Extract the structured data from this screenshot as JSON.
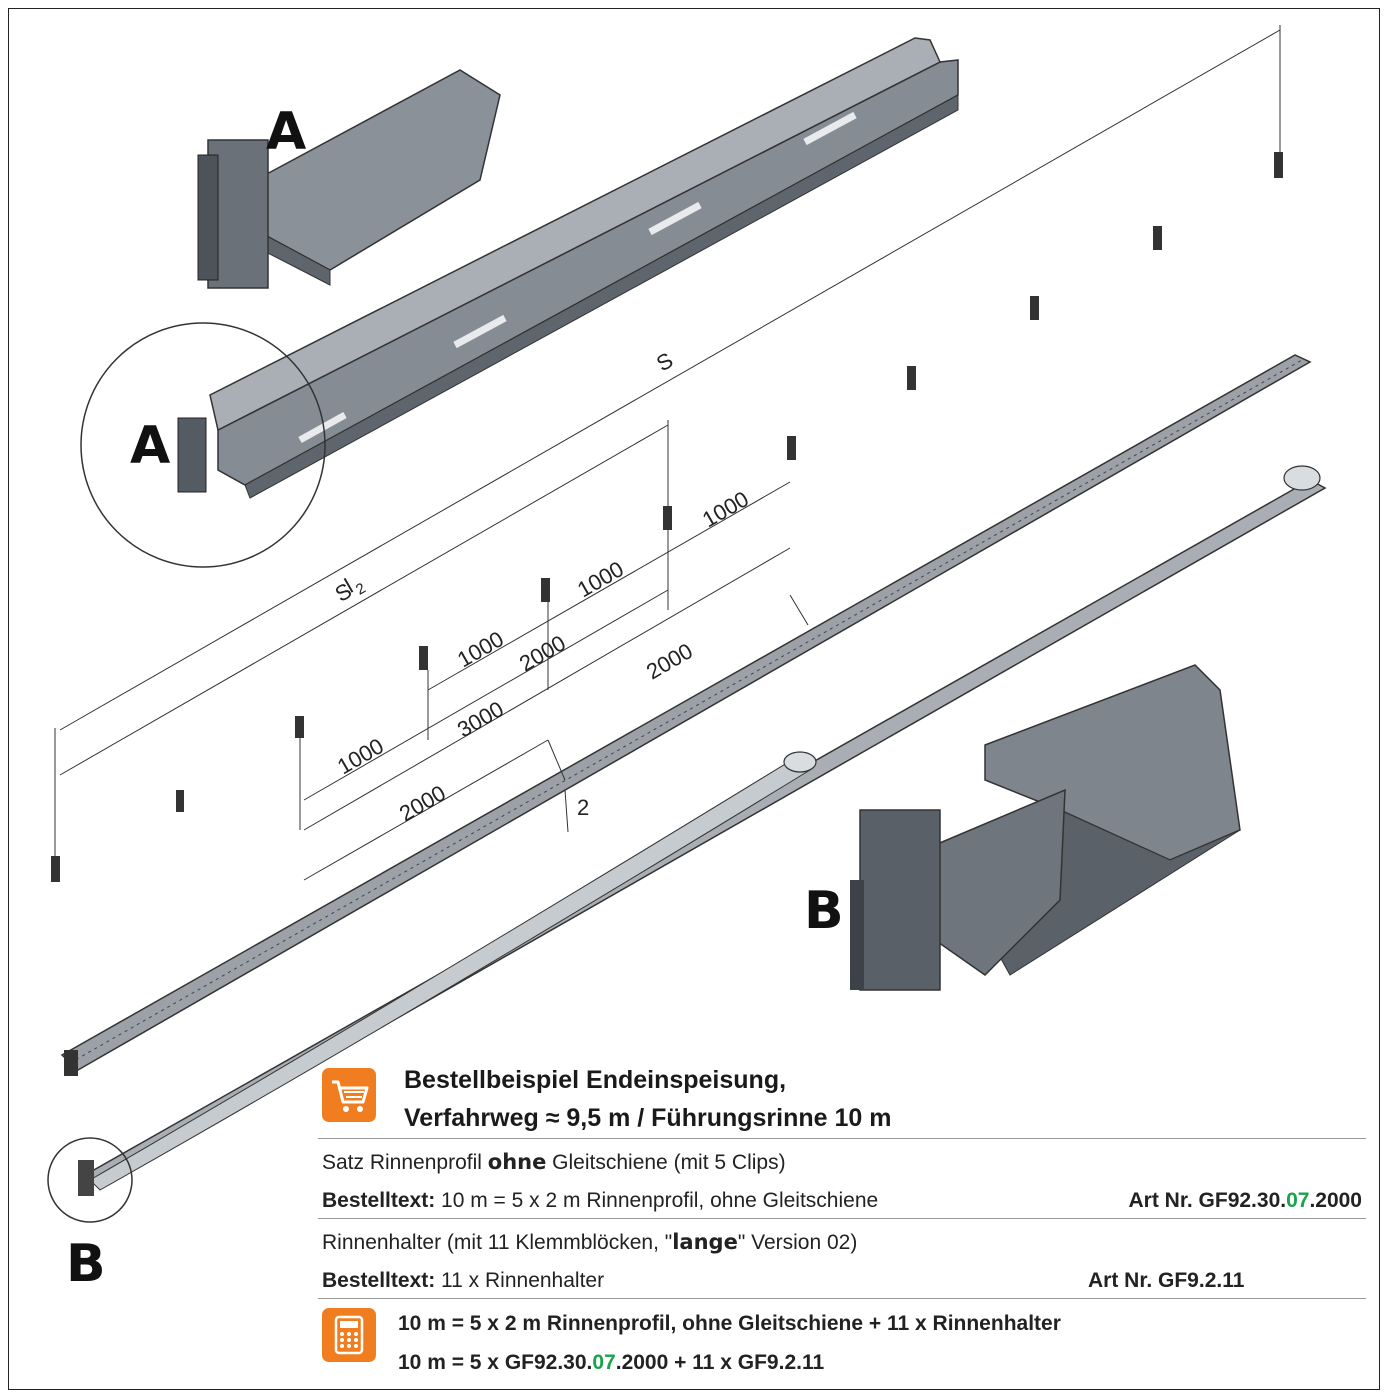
{
  "labels": {
    "a1": "A",
    "a2": "A",
    "b1": "B",
    "b2": "B"
  },
  "dimensions": {
    "s": "S",
    "s_half_main": "S",
    "s_half_sub": "l",
    "s_half_den": "2",
    "d1": "1000",
    "d2": "1000",
    "d3": "1000",
    "d4": "1000",
    "d5": "2000",
    "d6": "3000",
    "d7": "2000",
    "d8": "2000",
    "d9": "2"
  },
  "order": {
    "title_line1": "Bestellbeispiel Endeinspeisung,",
    "title_line2": "Verfahrweg ≈ 9,5 m / Führungsrinne 10 m",
    "row1": {
      "pre": "Satz Rinnenprofil ",
      "bold": "ohne",
      "post": " Gleitschiene (mit 5 Clips)"
    },
    "row2": {
      "label": "Bestelltext:",
      "text": " 10 m = 5 x 2 m Rinnenprofil, ohne Gleitschiene",
      "art_pre": "Art Nr. GF92.30.",
      "art_hl": "07",
      "art_post": ".2000"
    },
    "row3": {
      "pre": "Rinnenhalter (mit 11 Klemmblöcken, \"",
      "bold": "lange",
      "post": "\" Version 02)"
    },
    "row4": {
      "label": "Bestelltext:",
      "text": " 11 x Rinnenhalter",
      "art": "Art Nr. GF9.2.11"
    },
    "calc1": "10 m = 5 x 2 m Rinnenprofil, ohne Gleitschiene + 11 x Rinnenhalter",
    "calc2_pre": "10 m = 5 x GF92.30.",
    "calc2_hl": "07",
    "calc2_post": ".2000 + 11 x GF9.2.11"
  },
  "icons": {
    "cart": "shopping-cart-icon",
    "calc": "calculator-icon"
  },
  "colors": {
    "accent": "#f07d1f",
    "highlight": "#1aa34a",
    "metal": "#8d949c"
  }
}
